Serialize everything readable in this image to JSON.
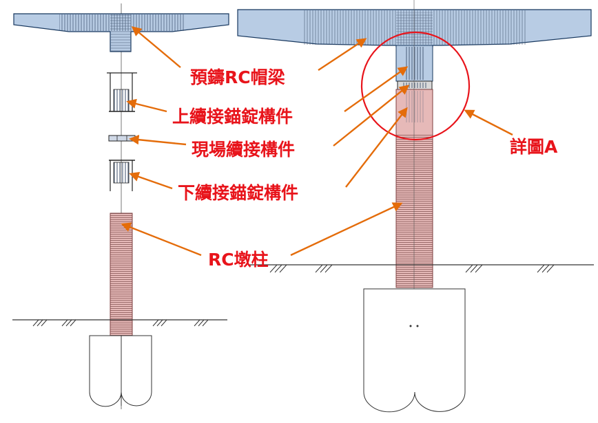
{
  "colors": {
    "label_red": "#e8141b",
    "arrow_orange": "#e46c0a",
    "cap_fill": "#b8cce4",
    "cap_stroke": "#17375e",
    "column_fill": "#e6b9b8",
    "column_stroke": "#7f3f3f",
    "circle_red": "#e8141b",
    "line_dark": "#000000"
  },
  "labels": {
    "cap_beam": "預鑄RC帽梁",
    "upper_anchor": "上續接錨錠構件",
    "site_splice": "現場續接構件",
    "lower_anchor": "下續接錨錠構件",
    "rc_pier": "RC墩柱",
    "detail_a": "詳圖A"
  }
}
